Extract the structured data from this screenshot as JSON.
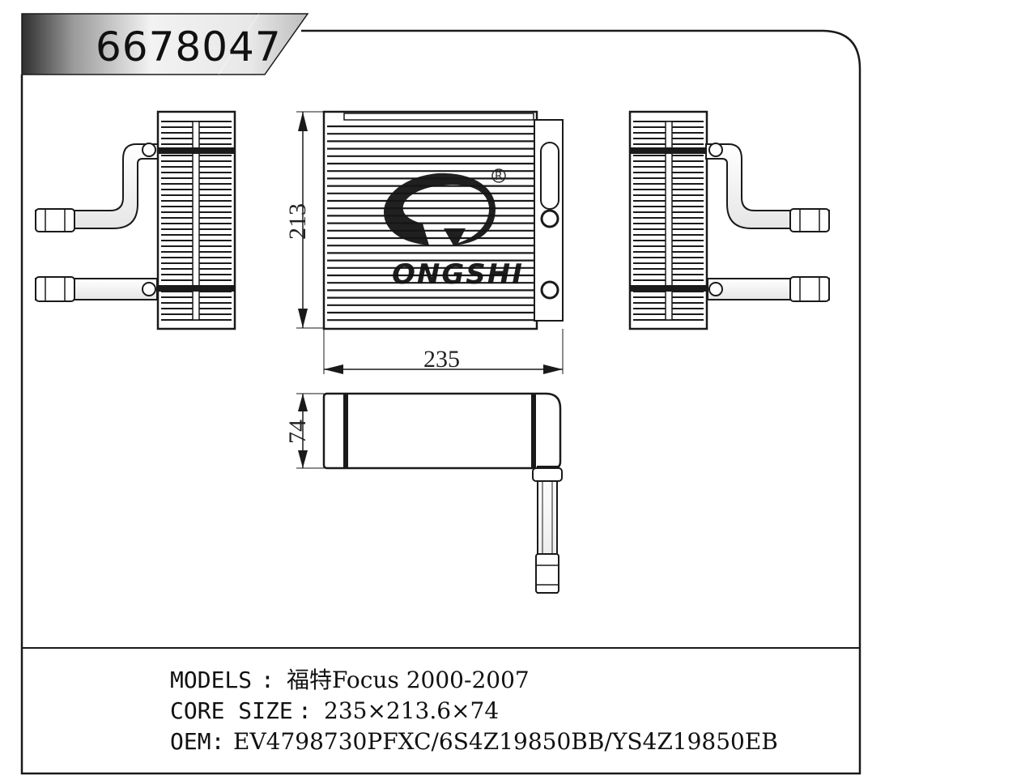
{
  "part_number": "6678047",
  "brand": {
    "name": "ONGSHI",
    "registered_mark": "R"
  },
  "dimensions": {
    "width": "235",
    "height": "213",
    "depth": "74"
  },
  "specs": {
    "models_label": "MODELS",
    "models_sep": ":",
    "models_value": "福特Focus 2000-2007",
    "core_label": "CORE SIZE",
    "core_sep": ":",
    "core_value": "235×213.6×74",
    "oem_label": "OEM:",
    "oem_value": "EV4798730PFXC/6S4Z19850BB/YS4Z19850EB"
  },
  "colors": {
    "line": "#1a1a1a",
    "fin": "#333333",
    "tube_fill": "#f7f7f7",
    "title_banner_dark": "#3a3a3a",
    "title_banner_light": "#f0f0f0"
  }
}
